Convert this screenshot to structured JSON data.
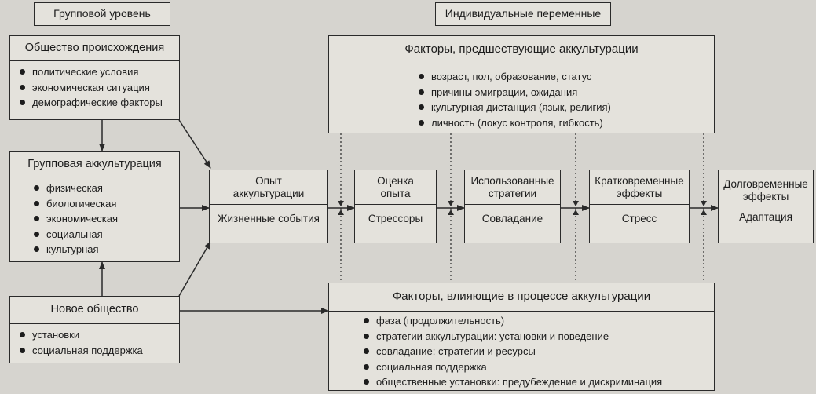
{
  "labels": {
    "group_level": "Групповой уровень",
    "individual_vars": "Индивидуальные переменные"
  },
  "society_origin": {
    "title": "Общество происхождения",
    "items": [
      "политические условия",
      "экономическая ситуация",
      "демографические факторы"
    ]
  },
  "group_acculturation": {
    "title": "Групповая аккультурация",
    "items": [
      "физическая",
      "биологическая",
      "экономическая",
      "социальная",
      "культурная"
    ]
  },
  "new_society": {
    "title": "Новое общество",
    "items": [
      "установки",
      "социальная поддержка"
    ]
  },
  "factors_before": {
    "title": "Факторы, предшествующие аккультурации",
    "items": [
      "возраст, пол, образование, статус",
      "причины эмиграции, ожидания",
      "культурная дистанция (язык, религия)",
      "личность (локус контроля, гибкость)"
    ]
  },
  "factors_during": {
    "title": "Факторы, влияющие в процессе аккультурации",
    "items": [
      "фаза (продолжительность)",
      "стратегии аккультурации: установки и поведение",
      "совладание: стратегии и ресурсы",
      "социальная поддержка",
      "общественные установки: предубеждение и дискриминация"
    ]
  },
  "stages": [
    {
      "top": "Опыт\nаккультурации",
      "bottom": "Жизненные события"
    },
    {
      "top": "Оценка\nопыта",
      "bottom": "Стрессоры"
    },
    {
      "top": "Использованные\nстратегии",
      "bottom": "Совладание"
    },
    {
      "top": "Кратковременные\nэффекты",
      "bottom": "Стресс"
    },
    {
      "top": "Долговременные\nэффекты",
      "bottom": "Адаптация"
    }
  ]
}
